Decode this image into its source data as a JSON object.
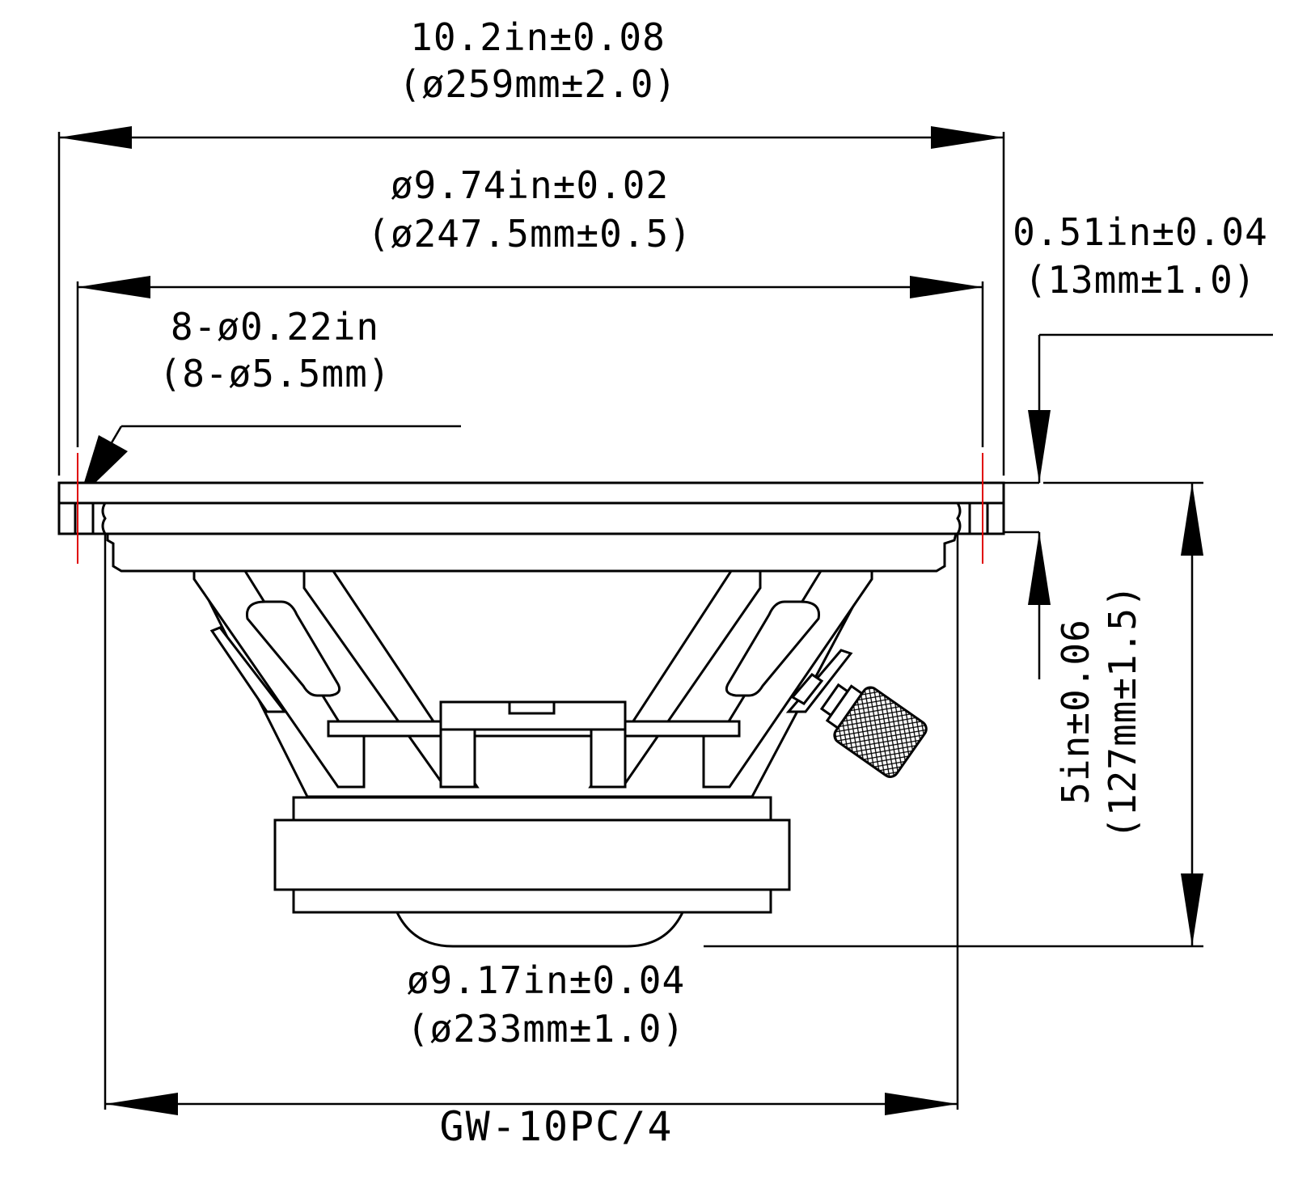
{
  "dimensions": {
    "overall_diameter": {
      "imperial": "10.2in±0.08",
      "metric": "(ø259mm±2.0)"
    },
    "mounting_diameter": {
      "imperial": "ø9.74in±0.02",
      "metric": "(ø247.5mm±0.5)"
    },
    "mounting_holes": {
      "imperial": "8-ø0.22in",
      "metric": "(8-ø5.5mm)"
    },
    "flange_thickness": {
      "imperial": "0.51in±0.04",
      "metric": "(13mm±1.0)"
    },
    "mounting_depth": {
      "imperial": "5in±0.06",
      "metric": "(127mm±1.5)"
    },
    "cutout_diameter": {
      "imperial": "ø9.17in±0.04",
      "metric": "(ø233mm±1.0)"
    }
  },
  "model": "GW-10PC/4"
}
